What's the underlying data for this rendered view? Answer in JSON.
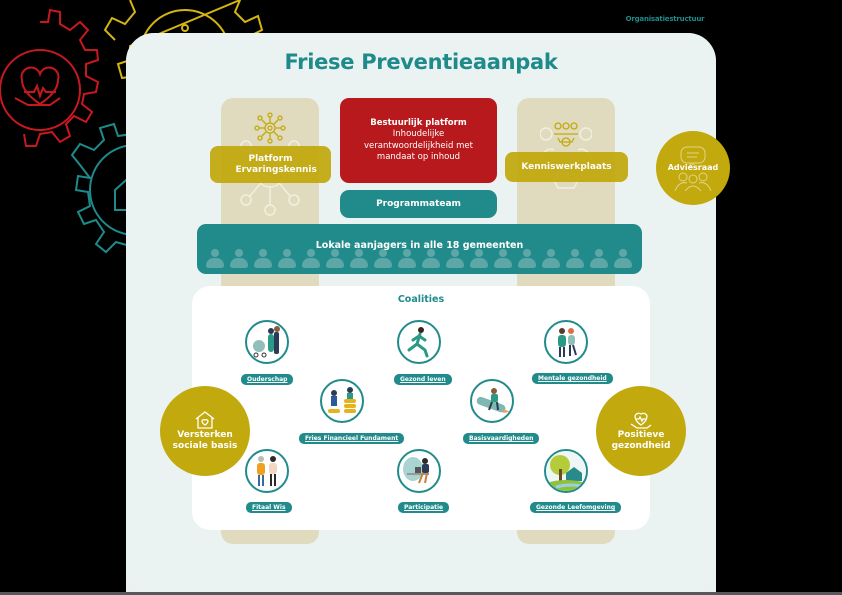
{
  "header": {
    "section_label": "Organisatiestructuur"
  },
  "diagram": {
    "title": "Friese Preventieaanpak",
    "platform_ervaringskennis": "Platform Ervaringskennis",
    "bestuurlijk_platform": {
      "title": "Bestuurlijk platform",
      "line1": "Inhoudelijke",
      "line2": "verantwoordelijkheid met",
      "line3": "mandaat op inhoud"
    },
    "kenniswerkplaats": "Kenniswerkplaats",
    "adviesraad": "Adviesraad",
    "programmateam": "Programmateam",
    "aanjagers": {
      "label": "Lokale aanjagers in alle 18 gemeenten",
      "person_icon_count": 18
    },
    "coalities": {
      "title": "Coalities",
      "items": [
        {
          "label": "Ouderschap",
          "icon": "parents-stroller-icon"
        },
        {
          "label": "Gezond leven",
          "icon": "runner-icon"
        },
        {
          "label": "Mentale gezondheid",
          "icon": "friends-icon"
        },
        {
          "label": "Fries Financieel Fundament",
          "icon": "coins-icon"
        },
        {
          "label": "Basisvaardigheden",
          "icon": "pencil-reader-icon"
        },
        {
          "label": "Fitaal Wis",
          "icon": "seniors-icon"
        },
        {
          "label": "Participatie",
          "icon": "laptop-worker-icon"
        },
        {
          "label": "Gezonde Leefomgeving",
          "icon": "house-tree-icon"
        }
      ]
    },
    "pillars": {
      "left": {
        "line1": "Versterken",
        "line2": "sociale basis",
        "icon": "house-heart-icon"
      },
      "right": {
        "line1": "Positieve",
        "line2": "gezondheid",
        "icon": "heart-hand-icon"
      }
    },
    "colors": {
      "teal": "#218b8b",
      "gold": "#c2a90d",
      "red": "#b8191d",
      "beige": "#e0dbbe",
      "panel": "#ebf1f1"
    }
  }
}
